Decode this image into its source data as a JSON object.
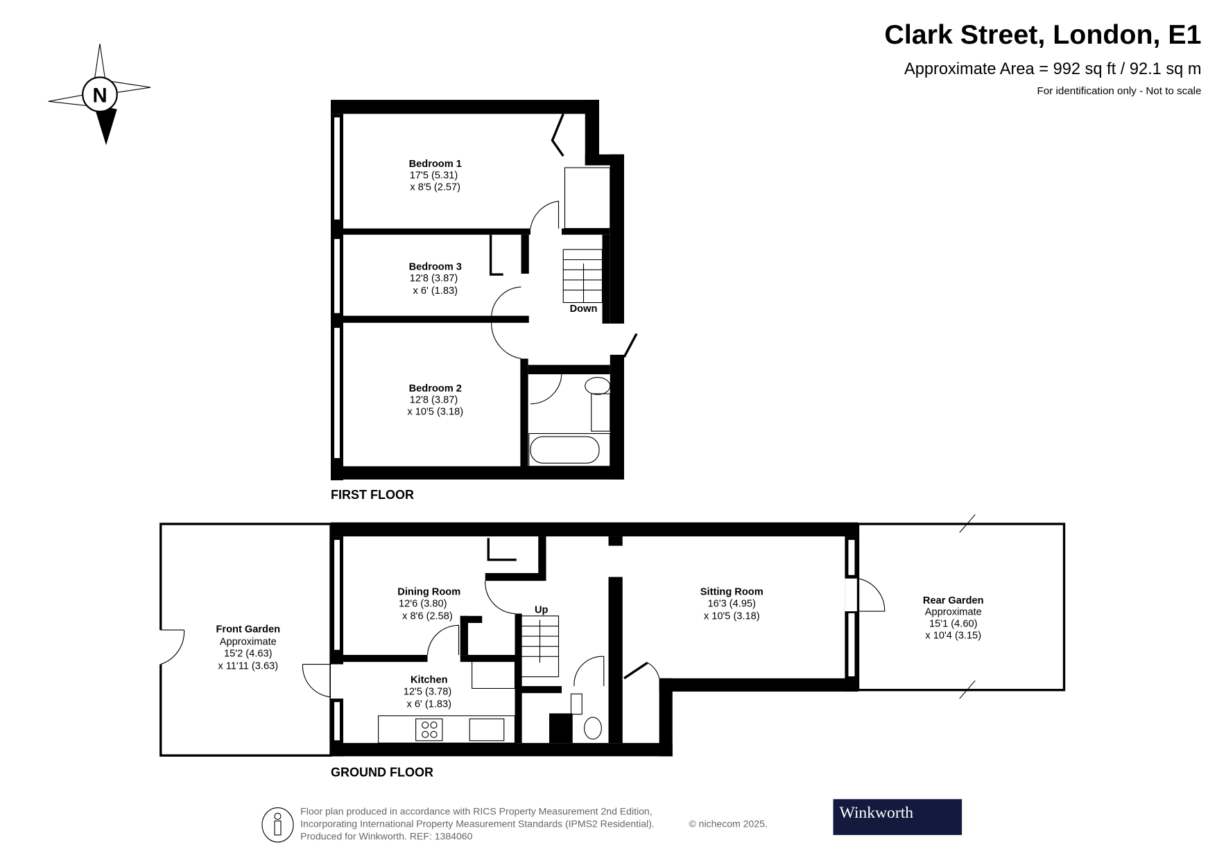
{
  "header": {
    "title": "Clark Street, London, E1",
    "area": "Approximate Area = 992 sq ft / 92.1 sq m",
    "disclaimer": "For identification only - Not to scale"
  },
  "compass": {
    "label": "N",
    "icon": "compass-north-icon"
  },
  "floors": [
    {
      "name": "FIRST FLOOR",
      "rooms": [
        {
          "name": "Bedroom 1",
          "dim1": "17'5 (5.31)",
          "dim2": "x 8'5 (2.57)"
        },
        {
          "name": "Bedroom 3",
          "dim1": "12'8 (3.87)",
          "dim2": "x 6' (1.83)"
        },
        {
          "name": "Bedroom 2",
          "dim1": "12'8 (3.87)",
          "dim2": "x 10'5 (3.18)"
        }
      ],
      "stairs_label": "Down"
    },
    {
      "name": "GROUND FLOOR",
      "rooms": [
        {
          "name": "Front Garden",
          "note": "Approximate",
          "dim1": "15'2 (4.63)",
          "dim2": "x 11'11 (3.63)"
        },
        {
          "name": "Dining Room",
          "dim1": "12'6 (3.80)",
          "dim2": "x 8'6 (2.58)"
        },
        {
          "name": "Kitchen",
          "dim1": "12'5 (3.78)",
          "dim2": "x 6' (1.83)"
        },
        {
          "name": "Sitting Room",
          "dim1": "16'3 (4.95)",
          "dim2": "x 10'5 (3.18)"
        },
        {
          "name": "Rear Garden",
          "note": "Approximate",
          "dim1": "15'1 (4.60)",
          "dim2": "x 10'4 (3.15)"
        }
      ],
      "stairs_label": "Up"
    }
  ],
  "footer": {
    "line1": "Floor plan produced in accordance with RICS Property Measurement 2nd Edition,",
    "line2": "Incorporating International Property Measurement Standards (IPMS2 Residential).",
    "copyright": "© nichecom 2025.",
    "line3": "Produced for Winkworth.   REF: 1384060",
    "logo_text": "Winkworth",
    "logo_color": "#131a3e"
  }
}
